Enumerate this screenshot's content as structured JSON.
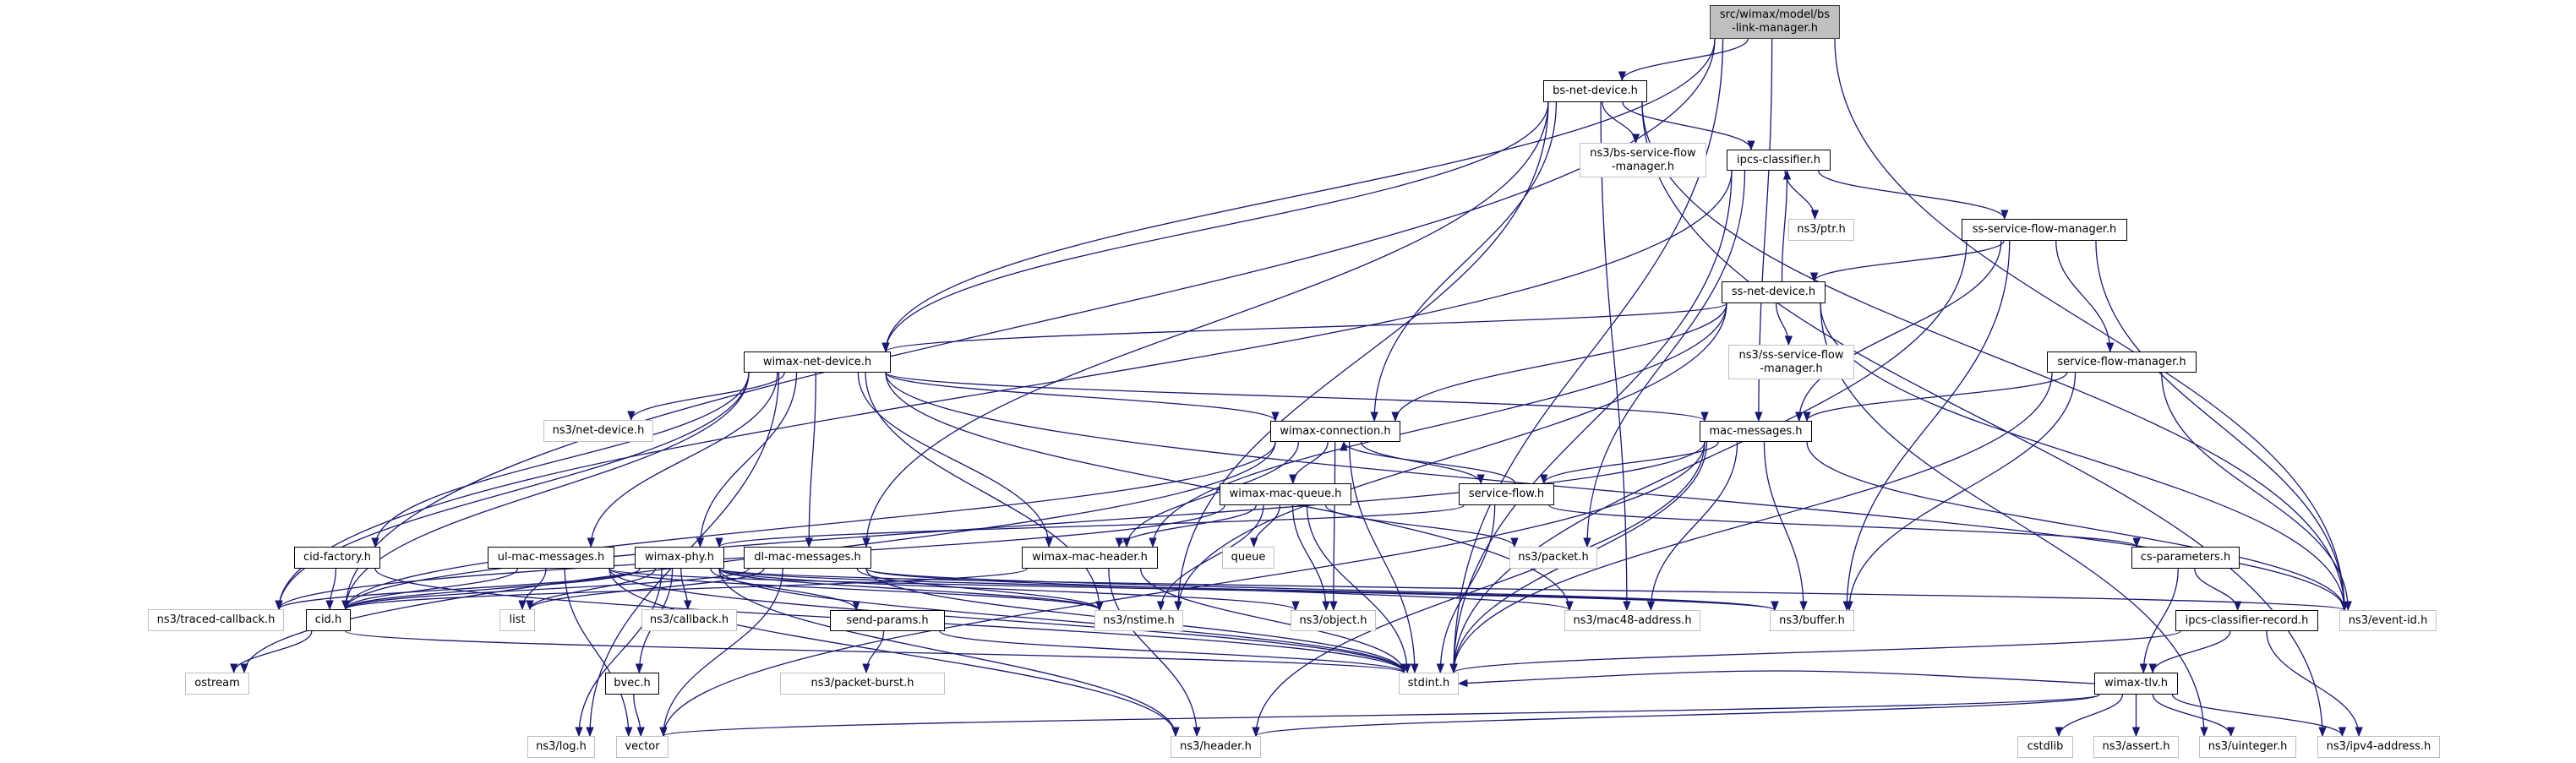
{
  "graph": {
    "title": "src/wimax/model/bs-link-manager.h include dependency graph",
    "edge_color": "#191970",
    "nodes": {
      "bslm": {
        "label": "src/wimax/model/bs\n-link-manager.h",
        "kind": "main"
      },
      "bsnd": {
        "label": "bs-net-device.h",
        "kind": "int"
      },
      "bssfm": {
        "label": "ns3/bs-service-flow\n-manager.h",
        "kind": "ext"
      },
      "ipcs": {
        "label": "ipcs-classifier.h",
        "kind": "int"
      },
      "ptr": {
        "label": "ns3/ptr.h",
        "kind": "ext"
      },
      "sssfm": {
        "label": "ss-service-flow-manager.h",
        "kind": "int"
      },
      "ssnd": {
        "label": "ss-net-device.h",
        "kind": "int"
      },
      "nsssfm": {
        "label": "ns3/ss-service-flow\n-manager.h",
        "kind": "ext"
      },
      "sfm": {
        "label": "service-flow-manager.h",
        "kind": "int"
      },
      "wnd": {
        "label": "wimax-net-device.h",
        "kind": "int"
      },
      "netdev": {
        "label": "ns3/net-device.h",
        "kind": "ext"
      },
      "wconn": {
        "label": "wimax-connection.h",
        "kind": "int"
      },
      "macmsg": {
        "label": "mac-messages.h",
        "kind": "int"
      },
      "wmq": {
        "label": "wimax-mac-queue.h",
        "kind": "int"
      },
      "sf": {
        "label": "service-flow.h",
        "kind": "int"
      },
      "cidf": {
        "label": "cid-factory.h",
        "kind": "int"
      },
      "ulmac": {
        "label": "ul-mac-messages.h",
        "kind": "int"
      },
      "wphy": {
        "label": "wimax-phy.h",
        "kind": "int"
      },
      "dlmac": {
        "label": "dl-mac-messages.h",
        "kind": "int"
      },
      "wmh": {
        "label": "wimax-mac-header.h",
        "kind": "int"
      },
      "queue": {
        "label": "queue",
        "kind": "ext"
      },
      "packet": {
        "label": "ns3/packet.h",
        "kind": "ext"
      },
      "csp": {
        "label": "cs-parameters.h",
        "kind": "int"
      },
      "traced": {
        "label": "ns3/traced-callback.h",
        "kind": "ext"
      },
      "cid": {
        "label": "cid.h",
        "kind": "int"
      },
      "list": {
        "label": "list",
        "kind": "ext"
      },
      "callback": {
        "label": "ns3/callback.h",
        "kind": "ext"
      },
      "sendp": {
        "label": "send-params.h",
        "kind": "int"
      },
      "nstime": {
        "label": "ns3/nstime.h",
        "kind": "ext"
      },
      "object": {
        "label": "ns3/object.h",
        "kind": "ext"
      },
      "mac48": {
        "label": "ns3/mac48-address.h",
        "kind": "ext"
      },
      "buffer": {
        "label": "ns3/buffer.h",
        "kind": "ext"
      },
      "icr": {
        "label": "ipcs-classifier-record.h",
        "kind": "int"
      },
      "eventid": {
        "label": "ns3/event-id.h",
        "kind": "ext"
      },
      "ostream": {
        "label": "ostream",
        "kind": "ext"
      },
      "bvec": {
        "label": "bvec.h",
        "kind": "int"
      },
      "pburst": {
        "label": "ns3/packet-burst.h",
        "kind": "ext"
      },
      "stdint": {
        "label": "stdint.h",
        "kind": "ext"
      },
      "wtlv": {
        "label": "wimax-tlv.h",
        "kind": "int"
      },
      "log": {
        "label": "ns3/log.h",
        "kind": "ext"
      },
      "vector": {
        "label": "vector",
        "kind": "ext"
      },
      "header": {
        "label": "ns3/header.h",
        "kind": "ext"
      },
      "cstdlib": {
        "label": "cstdlib",
        "kind": "ext"
      },
      "assert": {
        "label": "ns3/assert.h",
        "kind": "ext"
      },
      "uinteger": {
        "label": "ns3/uinteger.h",
        "kind": "ext"
      },
      "ipv4": {
        "label": "ns3/ipv4-address.h",
        "kind": "ext"
      }
    },
    "edges": [
      [
        "bslm",
        "bsnd"
      ],
      [
        "bslm",
        "cid"
      ],
      [
        "bslm",
        "wnd"
      ],
      [
        "bslm",
        "macmsg"
      ],
      [
        "bslm",
        "eventid"
      ],
      [
        "bslm",
        "stdint"
      ],
      [
        "bsnd",
        "wnd"
      ],
      [
        "bsnd",
        "bssfm"
      ],
      [
        "bsnd",
        "ipcs"
      ],
      [
        "bsnd",
        "wconn"
      ],
      [
        "bsnd",
        "dlmac"
      ],
      [
        "bsnd",
        "nstime"
      ],
      [
        "bsnd",
        "mac48"
      ],
      [
        "bsnd",
        "eventid"
      ],
      [
        "bsnd",
        "ipv4"
      ],
      [
        "ipcs",
        "ptr"
      ],
      [
        "ipcs",
        "sssfm"
      ],
      [
        "ipcs",
        "packet"
      ],
      [
        "ipcs",
        "stdint"
      ],
      [
        "ipcs",
        "traced"
      ],
      [
        "sssfm",
        "ssnd"
      ],
      [
        "sssfm",
        "macmsg"
      ],
      [
        "sssfm",
        "sfm"
      ],
      [
        "sssfm",
        "stdint"
      ],
      [
        "sssfm",
        "eventid"
      ],
      [
        "sssfm",
        "buffer"
      ],
      [
        "ssnd",
        "ipcs"
      ],
      [
        "ssnd",
        "wnd"
      ],
      [
        "ssnd",
        "nsssfm"
      ],
      [
        "ssnd",
        "wmh"
      ],
      [
        "ssnd",
        "wconn"
      ],
      [
        "ssnd",
        "eventid"
      ],
      [
        "ssnd",
        "uinteger"
      ],
      [
        "ssnd",
        "nstime"
      ],
      [
        "sfm",
        "macmsg"
      ],
      [
        "sfm",
        "buffer"
      ],
      [
        "sfm",
        "eventid"
      ],
      [
        "sfm",
        "stdint"
      ],
      [
        "wnd",
        "netdev"
      ],
      [
        "wnd",
        "wconn"
      ],
      [
        "wnd",
        "macmsg"
      ],
      [
        "wnd",
        "wphy"
      ],
      [
        "wnd",
        "ulmac"
      ],
      [
        "wnd",
        "dlmac"
      ],
      [
        "wnd",
        "wmh"
      ],
      [
        "wnd",
        "cidf"
      ],
      [
        "wnd",
        "cid"
      ],
      [
        "wnd",
        "traced"
      ],
      [
        "wnd",
        "log"
      ],
      [
        "wnd",
        "nstime"
      ],
      [
        "wnd",
        "mac48"
      ],
      [
        "wnd",
        "eventid"
      ],
      [
        "wconn",
        "wmq"
      ],
      [
        "wconn",
        "sf"
      ],
      [
        "wconn",
        "wmh"
      ],
      [
        "wconn",
        "object"
      ],
      [
        "wconn",
        "stdint"
      ],
      [
        "wconn",
        "cid"
      ],
      [
        "wconn",
        "ostream"
      ],
      [
        "sf",
        "wconn"
      ],
      [
        "sf",
        "csp"
      ],
      [
        "sf",
        "wphy"
      ],
      [
        "sf",
        "stdint"
      ],
      [
        "macmsg",
        "sf"
      ],
      [
        "macmsg",
        "buffer"
      ],
      [
        "macmsg",
        "stdint"
      ],
      [
        "macmsg",
        "mac48"
      ],
      [
        "macmsg",
        "header"
      ],
      [
        "macmsg",
        "eventid"
      ],
      [
        "macmsg",
        "cid"
      ],
      [
        "macmsg",
        "vector"
      ],
      [
        "wmq",
        "wmh"
      ],
      [
        "wmq",
        "queue"
      ],
      [
        "wmq",
        "object"
      ],
      [
        "wmq",
        "nstime"
      ],
      [
        "wmq",
        "stdint"
      ],
      [
        "wmq",
        "packet"
      ],
      [
        "wmq",
        "traced"
      ],
      [
        "csp",
        "icr"
      ],
      [
        "csp",
        "wtlv"
      ],
      [
        "icr",
        "wtlv"
      ],
      [
        "icr",
        "ipv4"
      ],
      [
        "icr",
        "stdint"
      ],
      [
        "wtlv",
        "cstdlib"
      ],
      [
        "wtlv",
        "assert"
      ],
      [
        "wtlv",
        "uinteger"
      ],
      [
        "wtlv",
        "ipv4"
      ],
      [
        "wtlv",
        "header"
      ],
      [
        "wtlv",
        "vector"
      ],
      [
        "wtlv",
        "stdint"
      ],
      [
        "cidf",
        "cid"
      ],
      [
        "cidf",
        "stdint"
      ],
      [
        "ulmac",
        "cid"
      ],
      [
        "ulmac",
        "list"
      ],
      [
        "ulmac",
        "stdint"
      ],
      [
        "ulmac",
        "header"
      ],
      [
        "ulmac",
        "vector"
      ],
      [
        "ulmac",
        "nstime"
      ],
      [
        "ulmac",
        "buffer"
      ],
      [
        "wphy",
        "cid"
      ],
      [
        "wphy",
        "list"
      ],
      [
        "wphy",
        "callback"
      ],
      [
        "wphy",
        "log"
      ],
      [
        "wphy",
        "bvec"
      ],
      [
        "wphy",
        "sendp"
      ],
      [
        "wphy",
        "nstime"
      ],
      [
        "wphy",
        "object"
      ],
      [
        "wphy",
        "stdint"
      ],
      [
        "wphy",
        "header"
      ],
      [
        "wphy",
        "buffer"
      ],
      [
        "wphy",
        "eventid"
      ],
      [
        "wphy",
        "traced"
      ],
      [
        "dlmac",
        "cid"
      ],
      [
        "dlmac",
        "list"
      ],
      [
        "dlmac",
        "vector"
      ],
      [
        "dlmac",
        "stdint"
      ],
      [
        "dlmac",
        "mac48"
      ],
      [
        "dlmac",
        "nstime"
      ],
      [
        "dlmac",
        "buffer"
      ],
      [
        "wmh",
        "stdint"
      ],
      [
        "wmh",
        "header"
      ],
      [
        "wmh",
        "cid"
      ],
      [
        "sendp",
        "pburst"
      ],
      [
        "sendp",
        "stdint"
      ],
      [
        "bvec",
        "vector"
      ],
      [
        "cid",
        "ostream"
      ],
      [
        "cid",
        "stdint"
      ]
    ]
  }
}
